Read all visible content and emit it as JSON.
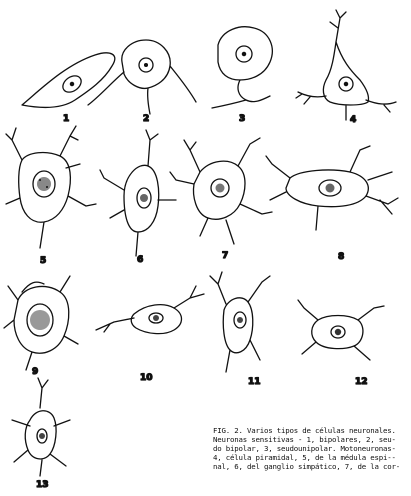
{
  "figure": {
    "labels": [
      "1",
      "2",
      "3",
      "4",
      "5",
      "6",
      "7",
      "8",
      "9",
      "10",
      "11",
      "12",
      "13"
    ],
    "caption_lines": [
      "FIG. 2. Varios tipos de células neuronales.",
      "Neuronas sensitivas - 1, bipolares, 2, seu-",
      "do bipolar, 3, seudounipolar. Motoneuronas-",
      "4, célula piramidal, 5, de la médula espi--",
      "nal, 6, del ganglio simpático, 7, de la cor-"
    ]
  }
}
